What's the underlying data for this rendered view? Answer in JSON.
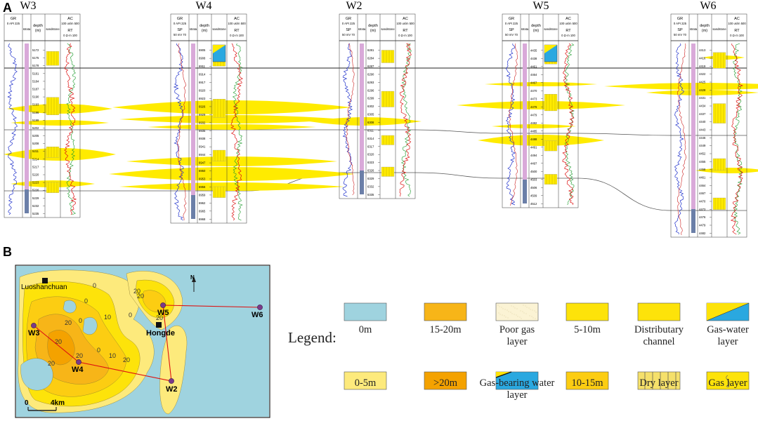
{
  "panel_a": {
    "letter": "A",
    "header": {
      "gr": "GR",
      "api_range": "0   API  225",
      "sp": "SP",
      "mv_range": "50  mV  70",
      "strata": "strata",
      "depth": "depth",
      "depth_unit": "(m)",
      "sandstone": "sandstone",
      "ac": "AC",
      "ac_range": "100 us/m 500",
      "rt": "RT",
      "rt_range": "0   Ω·m  100"
    },
    "wells": [
      {
        "name": "W3",
        "depths": [
          "5172",
          "5175",
          "5178",
          "5181",
          "5184",
          "5187",
          "5190",
          "5193",
          "5196",
          "5199",
          "5202",
          "5205",
          "5208",
          "5211",
          "5214",
          "5217",
          "5220",
          "5223",
          "5226",
          "5229",
          "5232",
          "5235"
        ]
      },
      {
        "name": "W4",
        "depths": [
          "6905",
          "6908",
          "6911",
          "6914",
          "6917",
          "6920",
          "6923",
          "6926",
          "6929",
          "6932",
          "6935",
          "6938",
          "6941",
          "6944",
          "6947",
          "6950",
          "6953",
          "6956",
          "6959",
          "6962",
          "6965",
          "6968"
        ]
      },
      {
        "name": "W2",
        "depths": [
          "6281",
          "6284",
          "6287",
          "6290",
          "6293",
          "6296",
          "6299",
          "6302",
          "6305",
          "6308",
          "6311",
          "6314",
          "6317",
          "6320",
          "6323",
          "6326",
          "6329",
          "6332",
          "6335"
        ]
      },
      {
        "name": "W5",
        "depths": [
          "4435",
          "4438",
          "4461",
          "4464",
          "4467",
          "4470",
          "4473",
          "4476",
          "4479",
          "4482",
          "4485",
          "4488",
          "4491",
          "4494",
          "4497",
          "4500",
          "4503",
          "4506",
          "4509",
          "4512"
        ]
      },
      {
        "name": "W6",
        "depths": [
          "4413",
          "4416",
          "4419",
          "4422",
          "4425",
          "4428",
          "4431",
          "4434",
          "4437",
          "4440",
          "4443",
          "4446",
          "4449",
          "4452",
          "4455",
          "4458",
          "4461",
          "4464",
          "4467",
          "4470",
          "4473",
          "4476",
          "4479",
          "4482"
        ]
      }
    ]
  },
  "panel_b": {
    "letter": "B",
    "north": "N",
    "locations": {
      "luoshanchuan": "Luoshanchuan",
      "hongde": "Hongde"
    },
    "wells": [
      "W5",
      "W6",
      "W3",
      "W4",
      "W2"
    ],
    "contour_labels": [
      "0",
      "0",
      "20",
      "10",
      "20",
      "0",
      "20",
      "10",
      "20",
      "20",
      "0",
      "20",
      "0",
      "20",
      "20"
    ],
    "scale_start": "0",
    "scale_end": "4km"
  },
  "legend": {
    "title": "Legend:",
    "items": [
      {
        "key": "m0",
        "label": "0m",
        "fill": "#9fd3df"
      },
      {
        "key": "m15",
        "label": "15-20m",
        "fill": "#f7b518"
      },
      {
        "key": "poor",
        "label": "Poor gas layer",
        "fill": "#fbf3d4"
      },
      {
        "key": "m5",
        "label": "5-10m",
        "fill": "#fde30a"
      },
      {
        "key": "dist",
        "label": "Distributary channel",
        "fill": "#fde30a"
      },
      {
        "key": "gw",
        "label": "Gas-water layer",
        "fill": "#2aa8e0"
      },
      {
        "key": "m0_5",
        "label": "0-5m",
        "fill": "#fdea7c"
      },
      {
        "key": "m20",
        "label": ">20m",
        "fill": "#f4a200"
      },
      {
        "key": "gbw",
        "label": "Gas-bearing water layer",
        "fill": "#2aa8e0"
      },
      {
        "key": "m10",
        "label": "10-15m",
        "fill": "#fccd12"
      },
      {
        "key": "dry",
        "label": "Dry layer",
        "fill": "#f5e06a"
      },
      {
        "key": "gas",
        "label": "Gas layer",
        "fill": "#fde30a"
      }
    ]
  },
  "colors": {
    "sand": "#ffeb00",
    "water": "#2aa8e0",
    "gr": "#2233cc",
    "rt": "#d11",
    "ac": "#1a9a2a",
    "strata": "#d9a9d9"
  }
}
